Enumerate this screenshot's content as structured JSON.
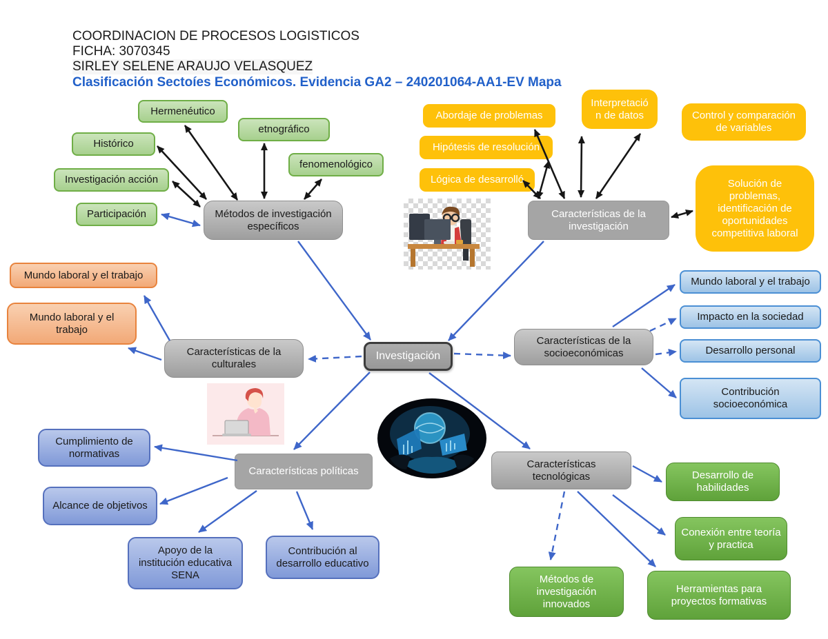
{
  "header": {
    "line1": "COORDINACION DE PROCESOS LOGISTICOS",
    "line2": "FICHA: 3070345",
    "line3": "SIRLEY SELENE ARAUJO VELASQUEZ",
    "title": "Clasificación Sectoíes Económicos. Evidencia GA2 – 240201064-AA1-EV Mapa"
  },
  "center": {
    "label": "Investigación"
  },
  "clusters": {
    "metodos": {
      "hub": "Métodos de investigación específicos",
      "items": {
        "hermeneutico": "Hermenéutico",
        "etnografico": "etnográfico",
        "historico": "Histórico",
        "investigacionAccion": "Investigación acción",
        "fenomenologico": "fenomenológico",
        "participacion": "Participación"
      }
    },
    "investigacion": {
      "hub": "Características de la investigación",
      "items": {
        "abordaje": "Abordaje de problemas",
        "interpretacion": "Interpretació n de datos",
        "control": "Control y comparación de variables",
        "hipotesis": "Hipótesis de resolución",
        "logica": "Lógica de desarrolló",
        "solucion": "Solución de problemas, identificación de oportunidades competitiva laboral"
      }
    },
    "culturales": {
      "hub": "Características de la culturales",
      "items": {
        "mundo1": "Mundo laboral y el trabajo",
        "mundo2": "Mundo laboral y el trabajo"
      }
    },
    "socioeconomicas": {
      "hub": "Características de la socioeconómicas",
      "items": {
        "mundo3": "Mundo laboral y el trabajo",
        "impacto": "Impacto en la sociedad",
        "desarrolloPersonal": "Desarrollo personal",
        "contribucionSocio": "Contribución socioeconómica"
      }
    },
    "politicas": {
      "hub": "Características políticas",
      "items": {
        "cumplimiento": "Cumplimiento de normativas",
        "alcance": "Alcance de objetivos",
        "apoyo": "Apoyo de la institución educativa SENA",
        "contribucionEdu": "Contribución al desarrollo educativo"
      }
    },
    "tecnologicas": {
      "hub": "Características tecnológicas",
      "items": {
        "desarrolloHab": "Desarrollo de habilidades",
        "conexion": "Conexión entre teoría y practica",
        "metodosInnovados": "Métodos de investigación innovados",
        "herramientas": "Herramientas para proyectos formativas"
      }
    }
  },
  "colors": {
    "title_blue": "#2160c9",
    "node_green_light": "#a7d08e",
    "node_green_border": "#6fae46",
    "node_yellow": "#fec10a",
    "node_orange": "#f2a977",
    "node_orange_border": "#e8833d",
    "node_blue_light": "#9dc3e6",
    "node_purple": "#8faadc",
    "node_green_dark": "#5fa23a",
    "hub_gray": "#a5a5a5",
    "arrow_blue": "#3e66c9",
    "arrow_black": "#161616"
  }
}
